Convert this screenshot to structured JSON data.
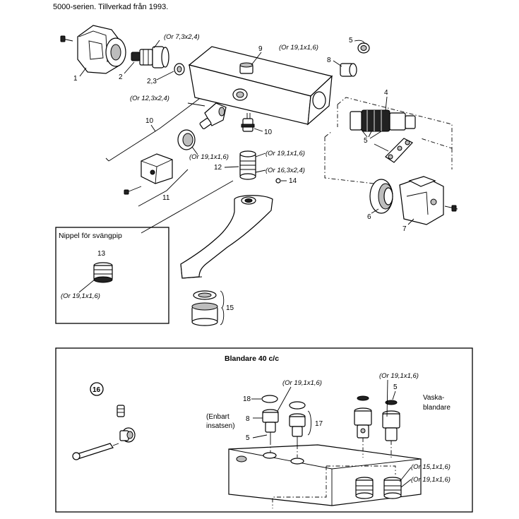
{
  "header": {
    "caption": "5000-serien. Tillverkad från 1993."
  },
  "top": {
    "labels": {
      "p1": "1",
      "p2": "2",
      "p23": "2,3",
      "p4": "4",
      "p5a": "5",
      "p5b": "5",
      "p6": "6",
      "p7": "7",
      "p8": "8",
      "p9": "9",
      "p10a": "10",
      "p10b": "10",
      "p11": "11",
      "p12": "12",
      "p14": "14",
      "p15": "15"
    },
    "orings": {
      "or_7_3": "(Or 7,3x2,4)",
      "or_19_top": "(Or 19,1x1,6)",
      "or_12_3": "(Or 12,3x2,4)",
      "or_19_mid": "(Or 19,1x1,6)",
      "or_19_12": "(Or 19,1x1,6)",
      "or_16_3": "(Or 16,3x2,4)"
    },
    "nipple_box": {
      "title": "Nippel för svängpip",
      "part": "13",
      "oring": "(Or 19,1x1,6)"
    }
  },
  "bottom": {
    "title": "Blandare 40 c/c",
    "part_circled": "16",
    "labels": {
      "p18": "18",
      "p8": "8",
      "p17": "17",
      "p5a": "5",
      "p5b": "5"
    },
    "insert_note_line1": "(Enbart",
    "insert_note_line2": "insatsen)",
    "vaska_line1": "Vaska-",
    "vaska_line2": "blandare",
    "orings": {
      "or_19_a": "(Or 19,1x1,6)",
      "or_19_b": "(Or 19,1x1,6)",
      "or_15_1": "(Or 15,1x1,6)",
      "or_19_c": "(Or 19,1x1,6)"
    }
  }
}
